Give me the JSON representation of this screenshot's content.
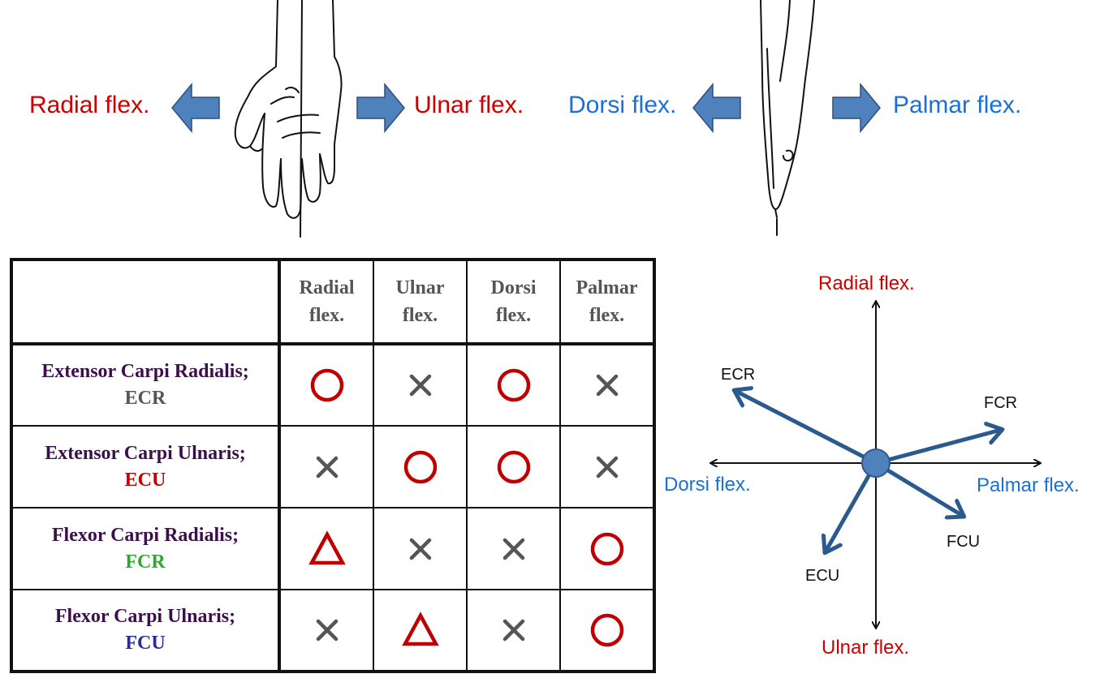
{
  "top": {
    "left_pair": {
      "left_label": "Radial flex.",
      "right_label": "Ulnar flex."
    },
    "right_pair": {
      "left_label": "Dorsi flex.",
      "right_label": "Palmar flex."
    }
  },
  "table": {
    "headers": [
      {
        "line1": "Radial",
        "line2": "flex."
      },
      {
        "line1": "Ulnar",
        "line2": "flex."
      },
      {
        "line1": "Dorsi",
        "line2": "flex."
      },
      {
        "line1": "Palmar",
        "line2": "flex."
      }
    ],
    "rows": [
      {
        "name": "Extensor Carpi Radialis;",
        "abbr": "ECR",
        "abbr_color": "#555555",
        "marks": [
          "circle",
          "cross",
          "circle",
          "cross"
        ]
      },
      {
        "name": "Extensor Carpi Ulnaris;",
        "abbr": "ECU",
        "abbr_color": "#c00000",
        "marks": [
          "cross",
          "circle",
          "circle",
          "cross"
        ]
      },
      {
        "name": "Flexor Carpi Radialis;",
        "abbr": "FCR",
        "abbr_color": "#2ea82e",
        "marks": [
          "triangle",
          "cross",
          "cross",
          "circle"
        ]
      },
      {
        "name": "Flexor Carpi Ulnaris;",
        "abbr": "FCU",
        "abbr_color": "#2a2aa0",
        "marks": [
          "cross",
          "triangle",
          "cross",
          "circle"
        ]
      }
    ]
  },
  "vector_diagram": {
    "axes": {
      "top": "Radial flex.",
      "bottom": "Ulnar flex.",
      "left": "Dorsi flex.",
      "right": "Palmar flex."
    },
    "muscles": [
      "ECR",
      "FCR",
      "FCU",
      "ECU"
    ]
  },
  "colors": {
    "red": "#cc0000",
    "blue": "#1c6fd4",
    "arrow_fill": "#4f81bd",
    "vector": "#2b5a8e",
    "mark_red": "#c00000",
    "mark_gray": "#555555"
  }
}
